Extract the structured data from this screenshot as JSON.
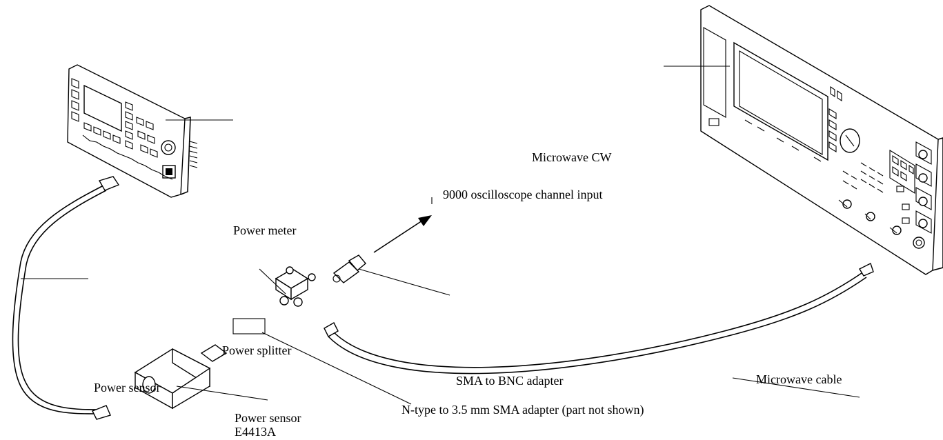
{
  "labels": {
    "microwave_cw": "Microwave CW",
    "oscilloscope_input": "9000 oscilloscope channel input",
    "power_meter": "Power meter",
    "power_splitter": "Power splitter",
    "power_sensor_overlay": "Power sensor",
    "sma_bnc_adapter": "SMA to BNC adapter",
    "microwave_cable": "Microwave cable",
    "n_type_adapter": "N-type to 3.5 mm SMA adapter (part not shown)",
    "power_sensor": "Power sensor",
    "sensor_model": "E4413A"
  }
}
